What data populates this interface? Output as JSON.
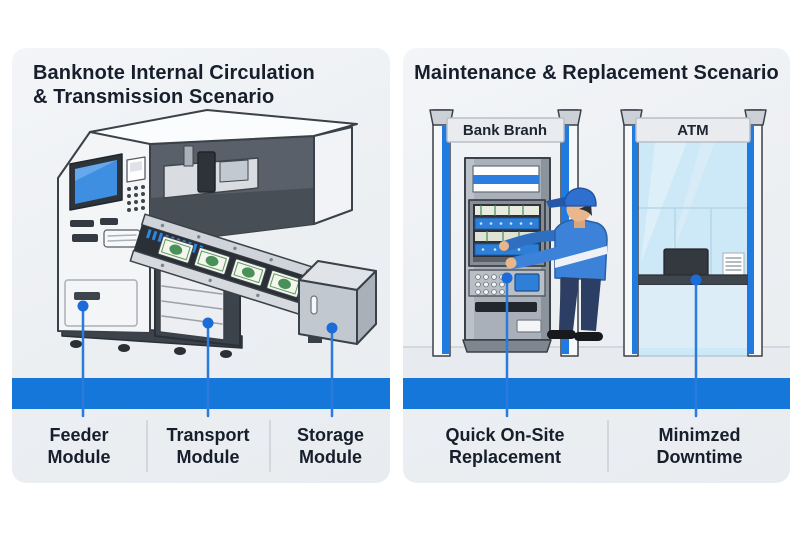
{
  "colors": {
    "band_blue": "#1577d9",
    "connector_blue": "#2b7ade",
    "dot_blue": "#1b6bd8",
    "title_color": "#171f2c",
    "card_background": "#edf0f3",
    "machine_outline": "#3b4148",
    "screen_blue": "#3e8ee2",
    "cassette_blue": "#2e7fd8",
    "banknote_green": "#4a9159",
    "glass_blue": "#cde8f6"
  },
  "left_panel": {
    "title_line1": "Banknote Internal Circulation",
    "title_line2": "& Transmission Scenario",
    "modules": [
      {
        "line1": "Feeder",
        "line2": "Module"
      },
      {
        "line1": "Transport",
        "line2": "Module"
      },
      {
        "line1": "Storage",
        "line2": "Module"
      }
    ]
  },
  "right_panel": {
    "title": "Maintenance & Replacement Scenario",
    "booth_signs": {
      "bank": "Bank Branh",
      "atm": "ATM"
    },
    "benefits": [
      {
        "line1": "Quick On-Site",
        "line2": "Replacement"
      },
      {
        "line1": "Minimzed",
        "line2": "Downtime"
      }
    ]
  }
}
